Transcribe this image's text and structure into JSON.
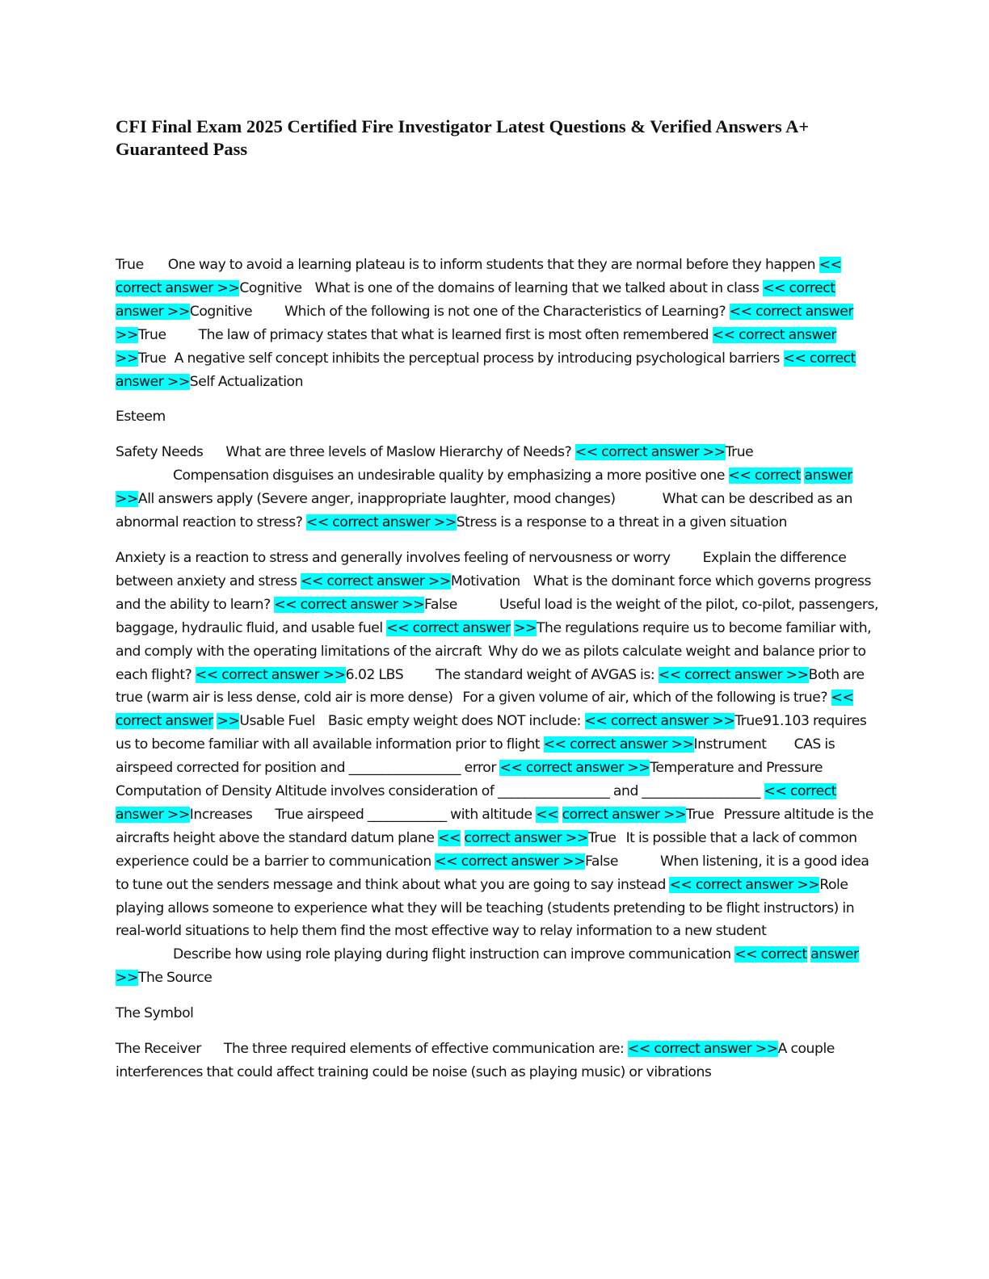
{
  "document": {
    "title": "CFI Final Exam 2025 Certified Fire Investigator Latest Questions & Verified Answers A+ Guaranteed Pass",
    "marker": "<< correct answer >>",
    "marker_parts": {
      "first": "<< correct",
      "second": "answer >>",
      "head": "<< correct answer",
      "tail": ">>",
      "lead": "<<",
      "rest": "correct answer >>"
    },
    "paragraphs": [
      {
        "segments": [
          "True",
          "One way to avoid a learning plateau is to inform students that they are normal before they happen ",
          "Cognitive",
          "What is one of the domains of learning that we talked about in class ",
          "Cognitive",
          "Which of the following is not one of the Characteristics of Learning? ",
          "True",
          "The law of primacy states that what is learned first is most often remembered ",
          "True",
          "A negative self concept inhibits the perceptual process by introducing psychological barriers ",
          "Self Actualization"
        ]
      },
      {
        "segments": [
          "Esteem"
        ]
      },
      {
        "segments": [
          "Safety Needs",
          "What are three levels of Maslow Hierarchy of Needs? ",
          "True",
          "Compensation disguises an undesirable quality by emphasizing a more positive one ",
          "All answers apply (Severe anger, inappropriate laughter, mood changes)",
          "What can be described as an abnormal reaction to stress? ",
          "Stress is a response to a threat in a given situation"
        ]
      },
      {
        "segments": [
          "Anxiety is a reaction to stress and generally involves feeling of nervousness or worry",
          "Explain the difference between anxiety and stress ",
          "Motivation",
          "What is the dominant force which governs progress and the ability to learn? ",
          "False",
          "Useful load is the weight of the pilot, co-pilot, passengers, baggage, hydraulic fluid, and usable fuel ",
          "The regulations require us to become familiar with, and comply with the operating limitations of the aircraft",
          "Why do we as pilots calculate weight and balance prior to each flight? ",
          "6.02 LBS",
          "The standard weight of AVGAS is: ",
          "Both are true (warm air is less dense, cold air is more dense)",
          "For a given volume of air, which of the following is true? ",
          "Usable Fuel",
          "Basic empty weight does NOT include: ",
          "True91.103 requires us to become familiar with all available information prior to flight ",
          "Instrument",
          "CAS is airspeed corrected for position and _________________ error ",
          "Temperature and Pressure",
          "Computation of Density Altitude involves consideration of _________________ and __________________ ",
          "Increases",
          "True airspeed ____________ with altitude ",
          "True",
          "Pressure altitude is the aircrafts height above the standard datum plane ",
          "True",
          "It is possible that a lack of common experience could be a barrier to communication ",
          "False",
          "When listening, it is a good idea to tune out the senders message and think about what you are going to say instead ",
          "Role playing allows someone to experience what they will be teaching (students pretending to be flight instructors) in real-world situations to help them find the most effective way to relay information to a new student",
          "Describe how using role playing during flight instruction can improve communication ",
          "The Source"
        ]
      },
      {
        "segments": [
          "The Symbol"
        ]
      },
      {
        "segments": [
          "The Receiver",
          "The three required elements of effective communication are: ",
          "A couple interferences that could affect training could be noise (such as playing music) or vibrations"
        ]
      }
    ]
  }
}
